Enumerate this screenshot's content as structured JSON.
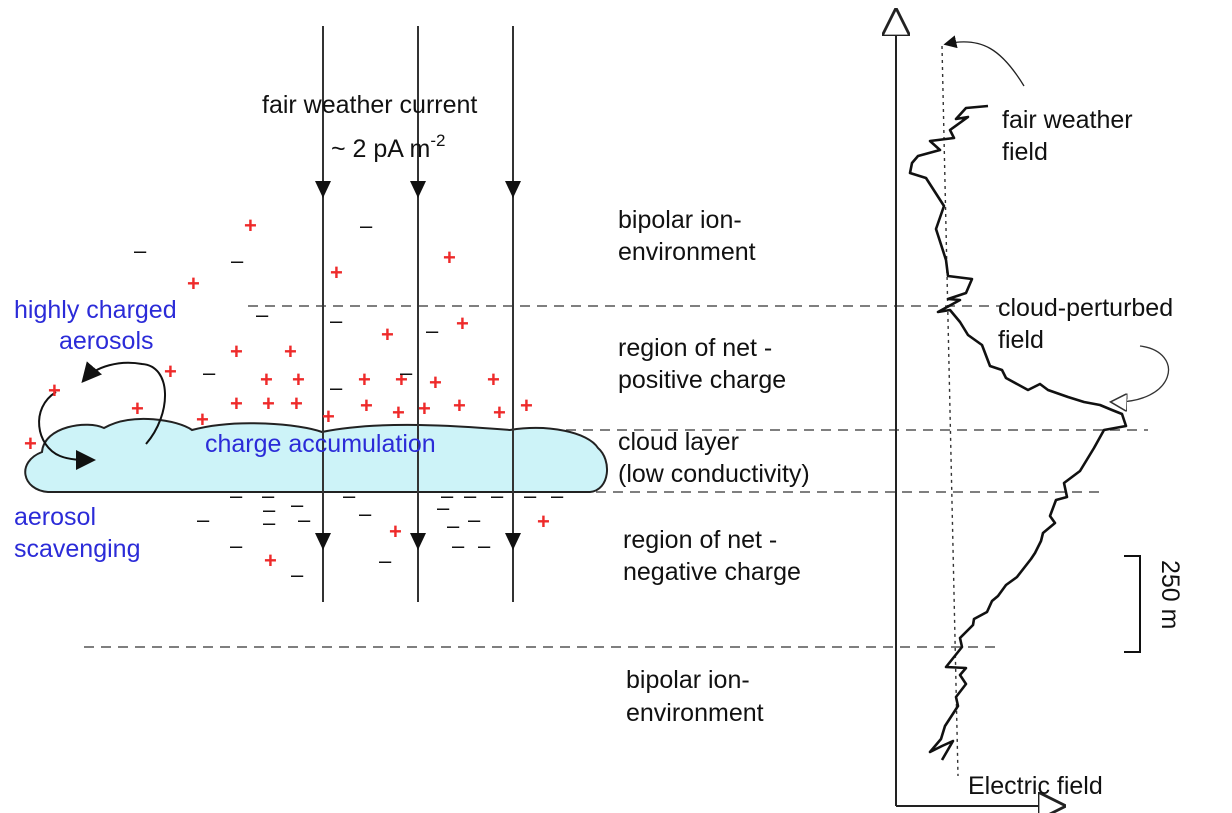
{
  "labels": {
    "fair_weather_current": "fair weather current",
    "current_value": "~ 2 pA m",
    "current_exponent": "-2",
    "highly_charged_1": "highly charged",
    "highly_charged_2": "aerosols",
    "charge_accumulation": "charge accumulation",
    "aerosol_scavenging_1": "aerosol",
    "aerosol_scavenging_2": "scavenging",
    "bipolar_top_1": "bipolar ion-",
    "bipolar_top_2": "environment",
    "net_positive_1": "region of net -",
    "net_positive_2": "positive charge",
    "cloud_layer_1": "cloud layer",
    "cloud_layer_2": "(low conductivity)",
    "net_negative_1": "region of net -",
    "net_negative_2": "negative charge",
    "bipolar_bottom_1": "bipolar ion-",
    "bipolar_bottom_2": "environment",
    "fair_weather_field_1": "fair weather",
    "fair_weather_field_2": "field",
    "cloud_perturbed_1": "cloud-perturbed",
    "cloud_perturbed_2": "field",
    "scale_bar": "250 m",
    "x_axis": "Electric field"
  },
  "symbols": {
    "plus": "+",
    "minus": "–"
  },
  "colors": {
    "cloud_fill": "#cdf3f8",
    "positive_charge": "#ee2a2a",
    "aerosol_text": "#2b2bd8",
    "line": "#222222"
  }
}
